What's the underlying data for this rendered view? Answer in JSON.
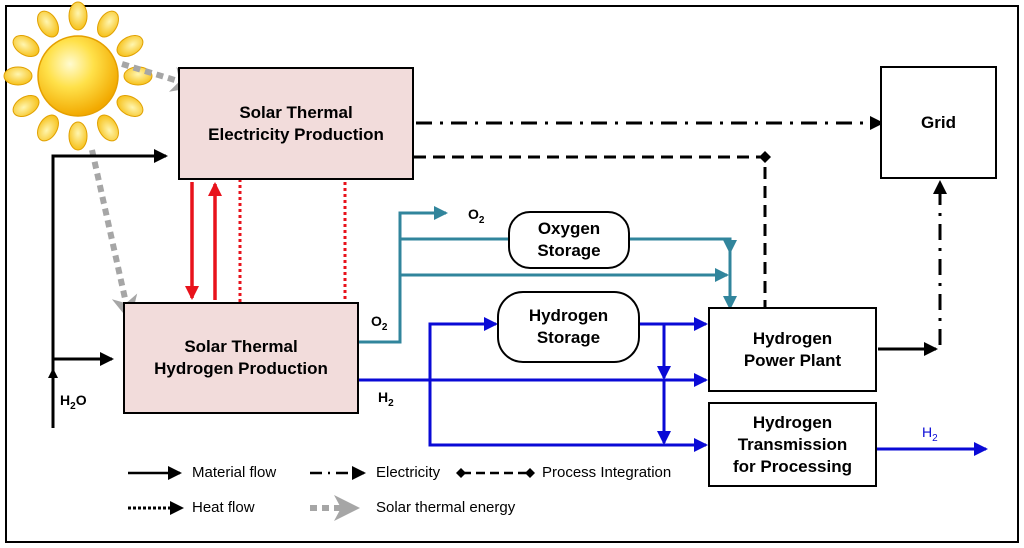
{
  "boxes": {
    "stelec": {
      "line1": "Solar Thermal",
      "line2": "Electricity Production"
    },
    "sthydro": {
      "line1": "Solar Thermal",
      "line2": "Hydrogen Production"
    },
    "grid": {
      "line1": "Grid"
    },
    "oxygen_storage": {
      "line1": "Oxygen",
      "line2": "Storage"
    },
    "hydrogen_storage": {
      "line1": "Hydrogen",
      "line2": "Storage"
    },
    "power_plant": {
      "line1": "Hydrogen",
      "line2": "Power Plant"
    },
    "transmission": {
      "line1": "Hydrogen",
      "line2": "Transmission",
      "line3": "for Processing"
    }
  },
  "labels": {
    "h2o": {
      "main": "H",
      "sub": "2",
      "tail": "O"
    },
    "o2_top": {
      "main": "O",
      "sub": "2"
    },
    "o2_out": {
      "main": "O",
      "sub": "2"
    },
    "h2_out": {
      "main": "H",
      "sub": "2"
    },
    "h2_right": {
      "main": "H",
      "sub": "2"
    }
  },
  "legend": {
    "material_flow": "Material flow",
    "electricity": "Electricity",
    "process_integration": "Process Integration",
    "heat_flow": "Heat flow",
    "solar_thermal_energy": "Solar thermal energy"
  },
  "colors": {
    "material": "#000000",
    "heat": "#e8121b",
    "oxygen": "#31859c",
    "hydrogen": "#0a0ad6",
    "solar": "#a6a6a6",
    "process_fill": "#f2dcdb",
    "sun_core": "#ffd200",
    "sun_ray": "#ffc000"
  }
}
